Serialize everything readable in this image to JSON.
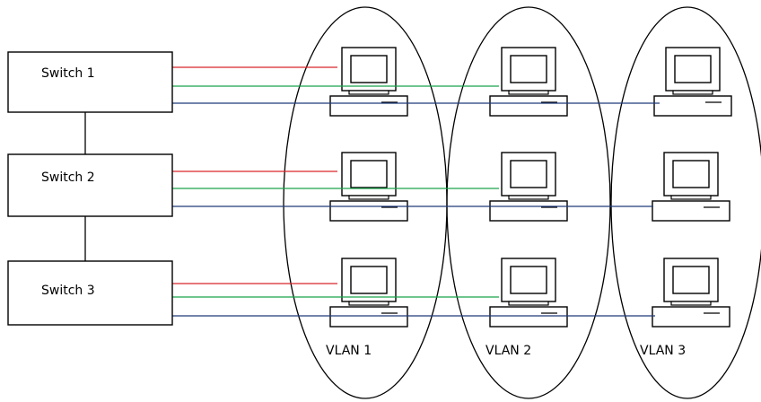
{
  "switches": [
    {
      "label": "Switch 1"
    },
    {
      "label": "Switch 2"
    },
    {
      "label": "Switch 3"
    }
  ],
  "vlans": [
    {
      "label": "VLAN 1",
      "color": "#d9262b"
    },
    {
      "label": "VLAN 2",
      "color": "#1aa34a"
    },
    {
      "label": "VLAN 3",
      "color": "#1f3b7a"
    }
  ],
  "computer_icon": "desktop-computer-icon",
  "colors": {
    "outline": "#000000",
    "background": "#ffffff"
  }
}
